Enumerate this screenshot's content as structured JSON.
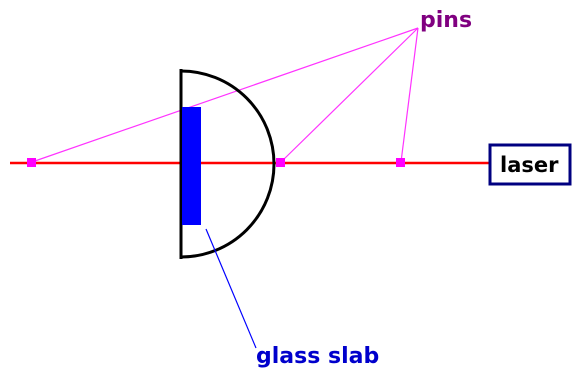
{
  "labels": {
    "pins": "pins",
    "laser": "laser",
    "glass_slab": "glass slab"
  },
  "colors": {
    "background": "#ffffff",
    "laser_beam": "#ff0000",
    "pin": "#ff00ff",
    "pin_pointer": "#ff33ff",
    "pins_label": "#800080",
    "glass_slab": "#0000ff",
    "glass_slab_pointer": "#0000ff",
    "glass_slab_label": "#0000cc",
    "laser_box": "#000080",
    "lens_outline": "#000000"
  }
}
